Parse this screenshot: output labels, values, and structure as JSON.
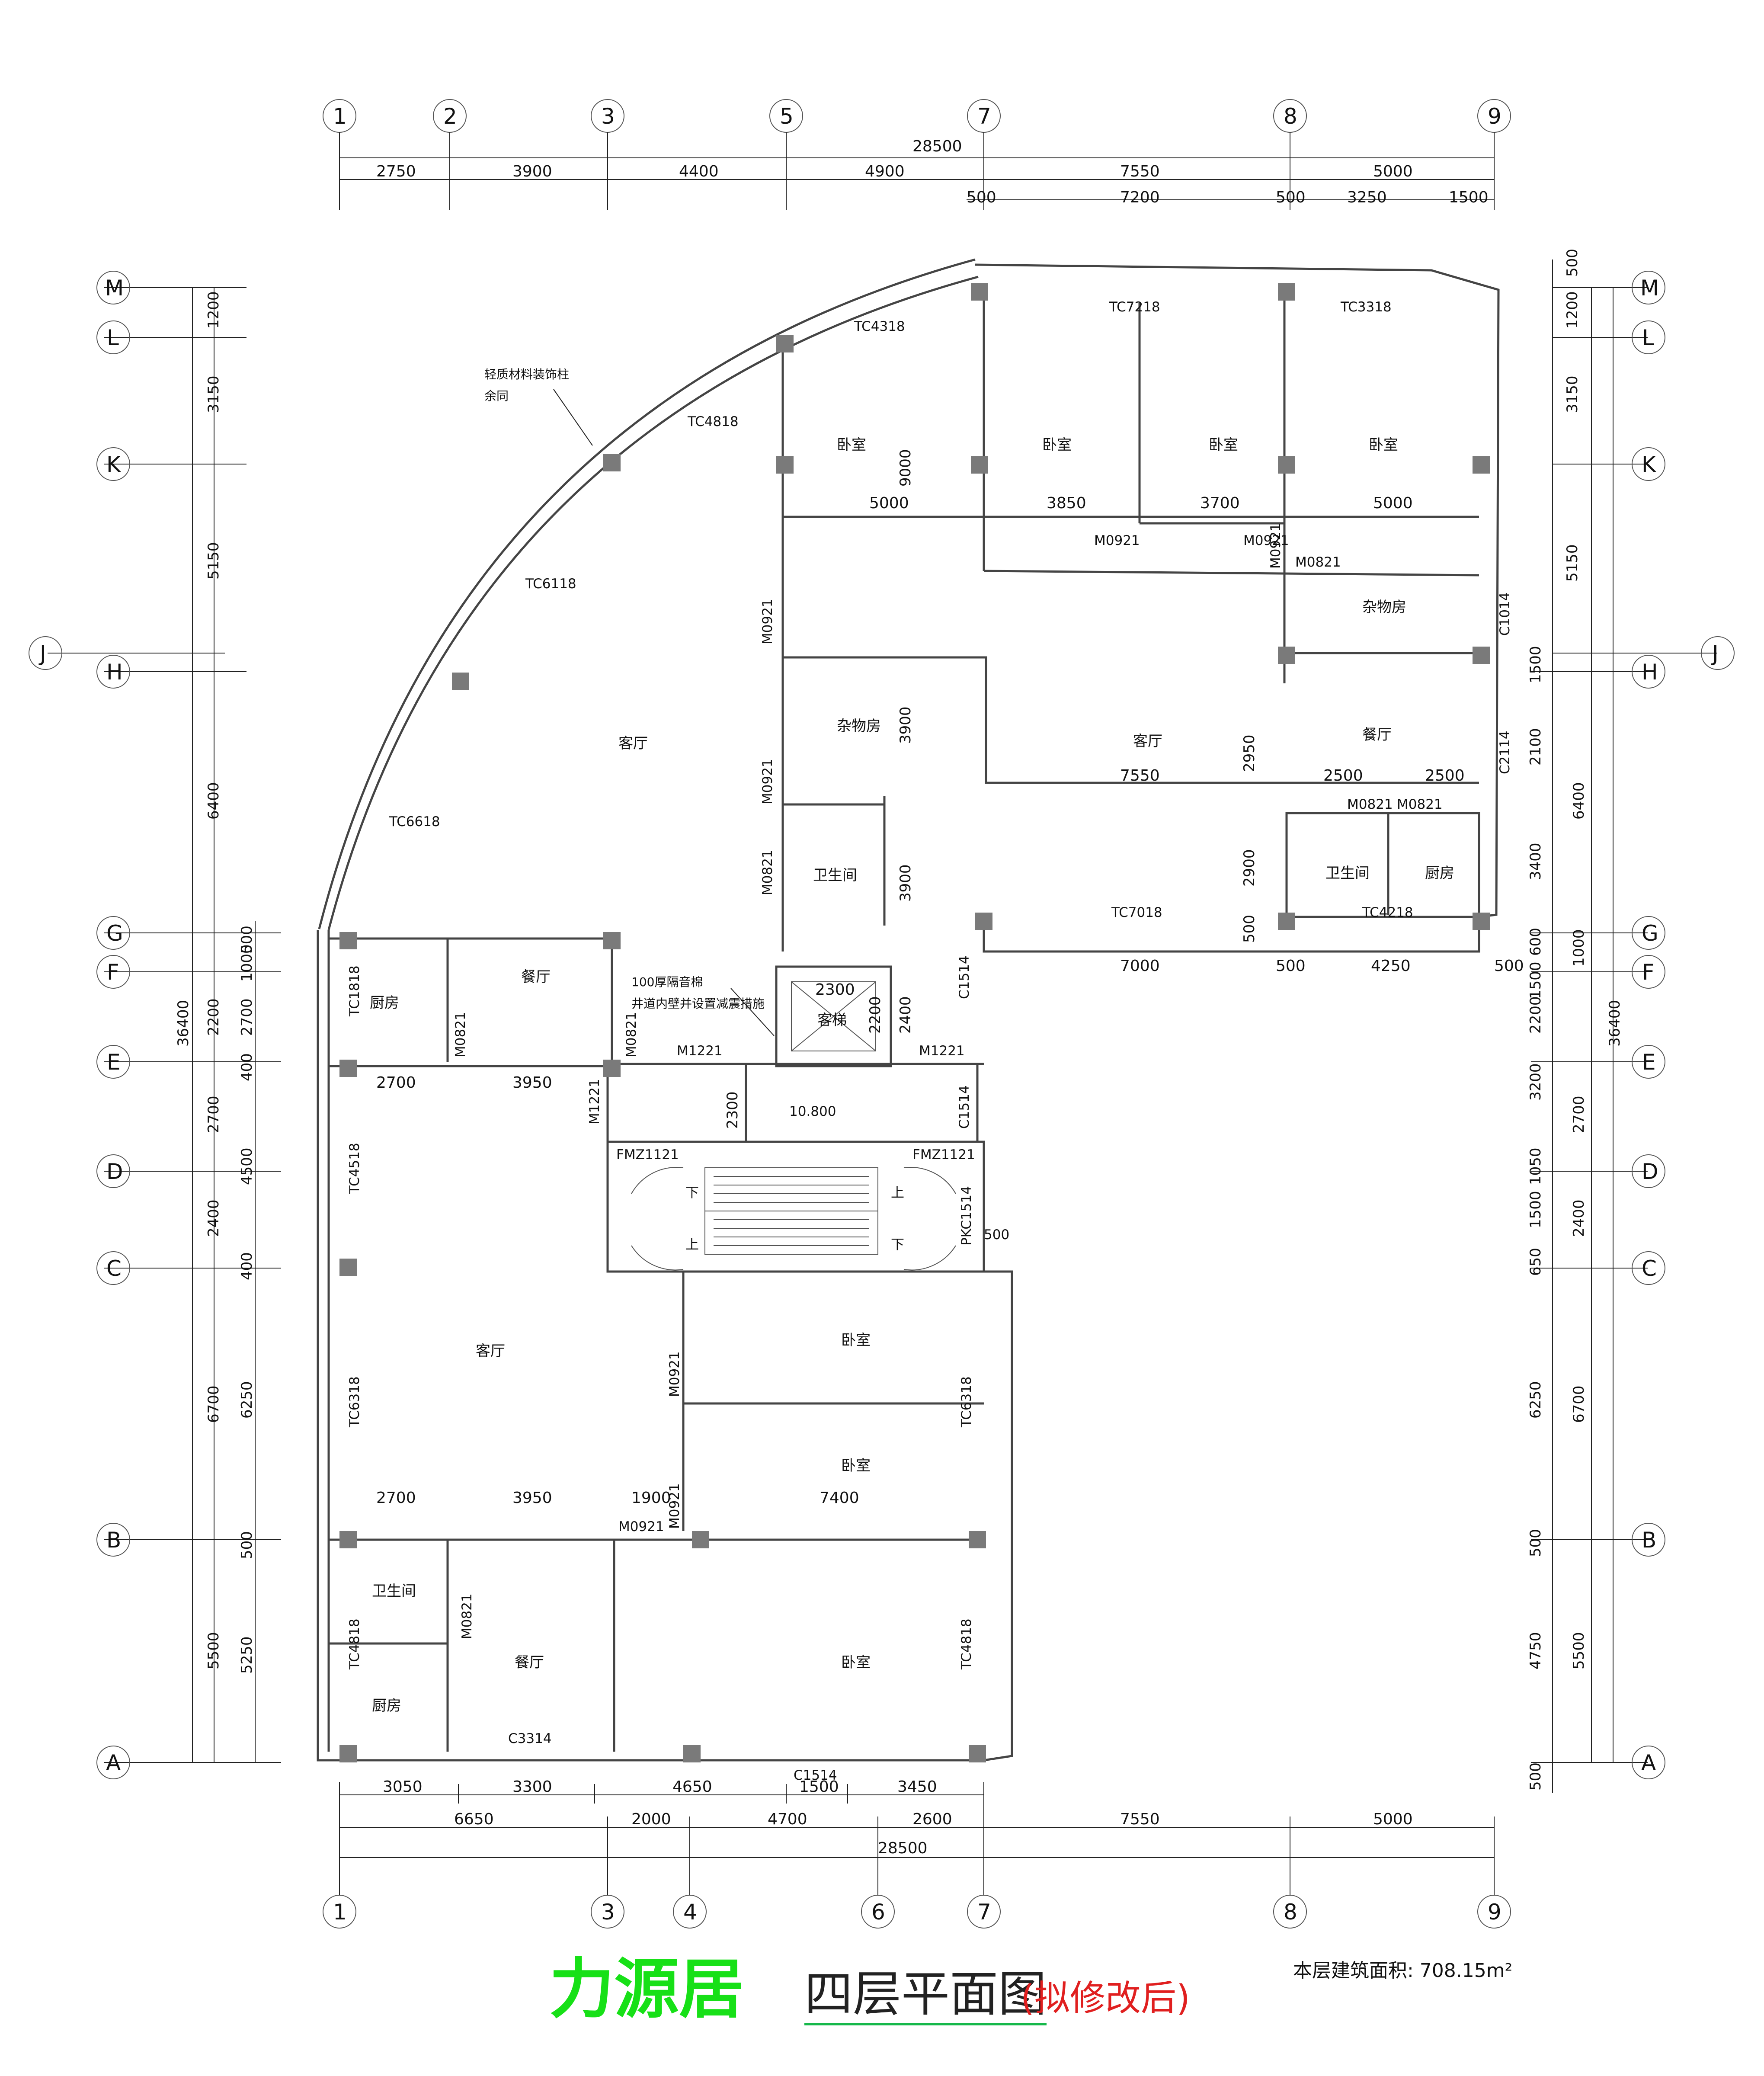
{
  "colors": {
    "title_main": "#17e017",
    "title_note": "#e01f1f",
    "title_underline": "#16b84a"
  },
  "title": {
    "main": "力源居",
    "sub": "四层平面图",
    "note": "(拟修改后)"
  },
  "area": {
    "label": "本层建筑面积: 708.15m²"
  },
  "axes": {
    "top": [
      "1",
      "2",
      "3",
      "5",
      "7",
      "8",
      "9"
    ],
    "bottom": [
      "1",
      "3",
      "4",
      "6",
      "7",
      "8",
      "9"
    ],
    "left": [
      "M",
      "L",
      "K",
      "J",
      "H",
      "G",
      "F",
      "E",
      "D",
      "C",
      "B",
      "A"
    ],
    "right": [
      "M",
      "L",
      "K",
      "J",
      "H",
      "G",
      "F",
      "E",
      "D",
      "C",
      "B",
      "A"
    ]
  },
  "dimensions": {
    "top_total": "28500",
    "top_row1": [
      "2750",
      "3900",
      "4400",
      "4900",
      "7550",
      "5000"
    ],
    "top_row2": [
      "500",
      "7200",
      "500",
      "3250",
      "1500"
    ],
    "bottom_row1": [
      "3050",
      "3300",
      "4650",
      "1500",
      "3450"
    ],
    "bottom_row2": [
      "6650",
      "2000",
      "4700",
      "2600",
      "7550",
      "5000"
    ],
    "bottom_total": "28500",
    "left_total": "36400",
    "left_outer": [
      "1200",
      "3150",
      "5150",
      "6400",
      "2200",
      "2700",
      "2400",
      "6700",
      "5500"
    ],
    "left_inner": [
      "500",
      "1000",
      "2700",
      "400",
      "4500",
      "400",
      "6250",
      "500",
      "5250"
    ],
    "right_total": "36400",
    "right_outer": [
      "500",
      "1200",
      "3150",
      "5150",
      "1500",
      "2100",
      "3400",
      "600",
      "1500",
      "2200",
      "3200",
      "1050",
      "1500",
      "650",
      "6250",
      "500",
      "4750",
      "500"
    ],
    "right_inner": [
      "6400",
      "1000",
      "2700",
      "2400",
      "6700",
      "5500"
    ]
  },
  "rooms": [
    {
      "name": "客厅"
    },
    {
      "name": "卧室"
    },
    {
      "name": "卧室"
    },
    {
      "name": "卧室"
    },
    {
      "name": "卧室"
    },
    {
      "name": "杂物房"
    },
    {
      "name": "杂物房"
    },
    {
      "name": "客厅"
    },
    {
      "name": "餐厅"
    },
    {
      "name": "卫生间"
    },
    {
      "name": "厨房"
    },
    {
      "name": "卫生间"
    },
    {
      "name": "厨房"
    },
    {
      "name": "餐厅"
    },
    {
      "name": "客厅"
    },
    {
      "name": "卧室"
    },
    {
      "name": "卧室"
    },
    {
      "name": "卫生间"
    },
    {
      "name": "厨房"
    },
    {
      "name": "餐厅"
    },
    {
      "name": "卧室"
    },
    {
      "name": "客梯"
    }
  ],
  "labels": [
    "TC4318",
    "TC7218",
    "TC3318",
    "TC4818",
    "TC6118",
    "TC6618",
    "9000",
    "M0921",
    "M0921",
    "M0921",
    "M0921",
    "M0921",
    "M0921",
    "M0921",
    "M0921",
    "M0821",
    "M0821",
    "M0821",
    "M0821",
    "M0821",
    "M0821",
    "M0821",
    "C1014",
    "C2114",
    "TC7018",
    "TC4218",
    "3900",
    "3900",
    "2950",
    "2900",
    "500",
    "5000",
    "3850",
    "3700",
    "5000",
    "7550",
    "2500",
    "2500",
    "7000",
    "500",
    "4250",
    "500",
    "2300",
    "2200",
    "2400",
    "2300",
    "M1221",
    "M1221",
    "M1221",
    "C1514",
    "C1514",
    "10.800",
    "FMZ1121",
    "FMZ1121",
    "PKC1514",
    "500",
    "TC1818",
    "TC4518",
    "TC6318",
    "TC6318",
    "2700",
    "3950",
    "2700",
    "3950",
    "1900",
    "7400",
    "TC4818",
    "TC4818",
    "C3314",
    "C1514"
  ],
  "notes": {
    "column_note": [
      "轻质材料装饰柱",
      "余同"
    ],
    "shaft_note": [
      "100厚隔音棉",
      "井道内壁并设置减震措施"
    ]
  },
  "stairs": {
    "down": "下",
    "up": "上"
  }
}
